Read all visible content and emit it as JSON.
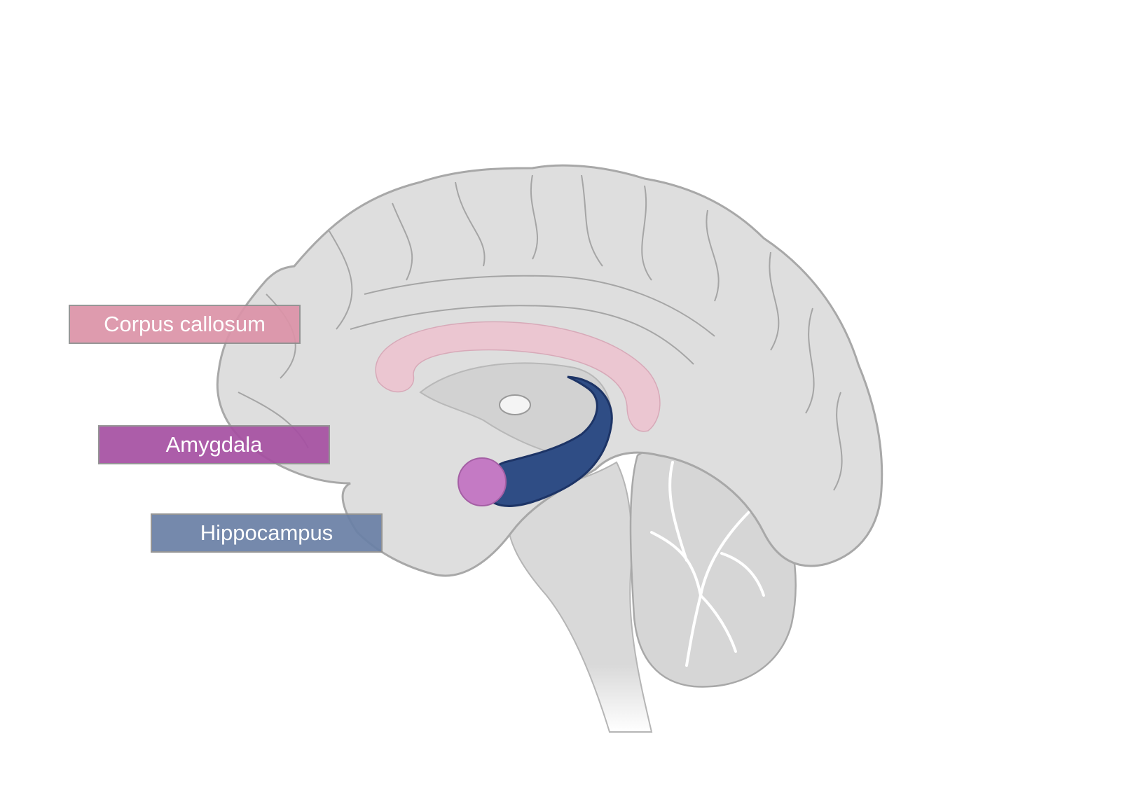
{
  "labels": {
    "corpus_callosum": "Corpus callosum",
    "amygdala": "Amygdala",
    "hippocampus": "Hippocampus"
  },
  "colors": {
    "corpus_callosum_label": "#dc93a8",
    "amygdala_label": "#a650a2",
    "hippocampus_label": "#6a80a6",
    "corpus_callosum_region": "#ebc6d1",
    "amygdala_region": "#c47ac4",
    "hippocampus_region": "#2f4d85",
    "brain_tissue": "#dddddd",
    "brain_outline": "#a8a8a8"
  }
}
